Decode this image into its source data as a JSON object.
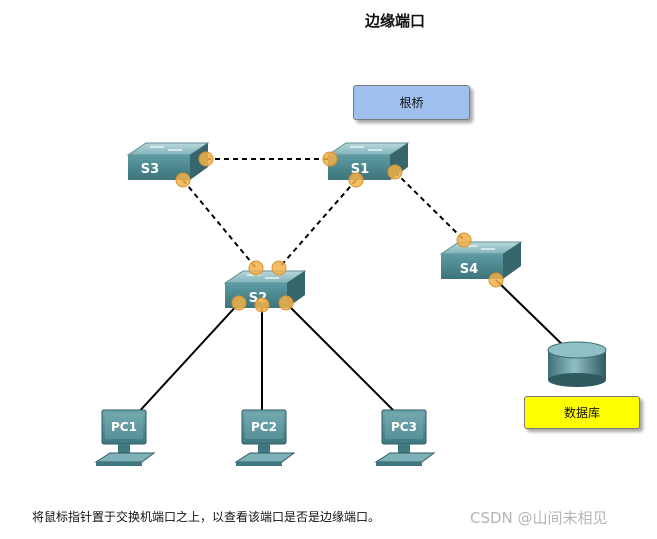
{
  "title": "边缘端口",
  "labels": {
    "root_bridge": "根桥",
    "database": "数据库"
  },
  "switches": [
    {
      "id": "s1",
      "label": "S1"
    },
    {
      "id": "s2",
      "label": "S2"
    },
    {
      "id": "s3",
      "label": "S3"
    },
    {
      "id": "s4",
      "label": "S4"
    }
  ],
  "pcs": [
    {
      "id": "pc1",
      "label": "PC1"
    },
    {
      "id": "pc2",
      "label": "PC2"
    },
    {
      "id": "pc3",
      "label": "PC3"
    }
  ],
  "instruction": "将鼠标指针置于交换机端口之上，以查看该端口是否是边缘端口。",
  "watermark": "CSDN @山间未相见",
  "colors": {
    "root_bridge_fill": "#9fc0ee",
    "database_fill": "#ffff00",
    "switch_body": "#4f8c94",
    "port_marker": "#f2b04a",
    "link": "#000000"
  }
}
